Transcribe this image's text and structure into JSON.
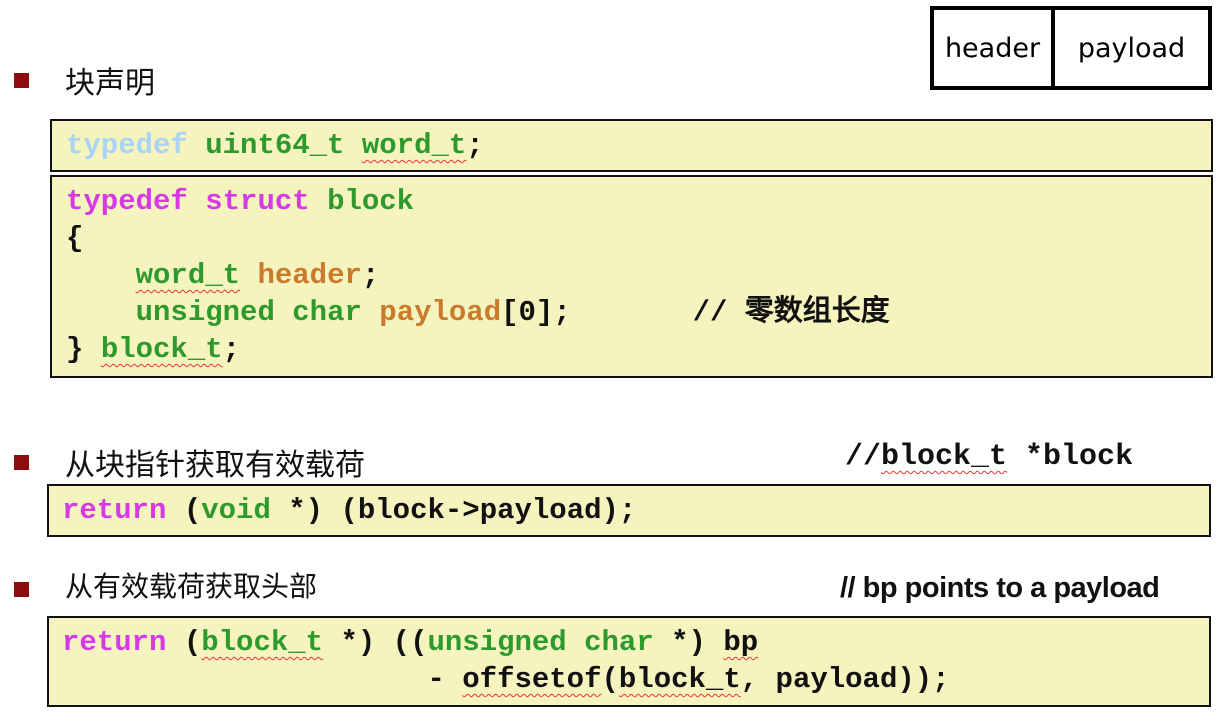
{
  "diagram": {
    "header": "header",
    "payload": "payload"
  },
  "colors": {
    "bullet": "#8b0e0e",
    "keyword": "#d63ae6",
    "type": "#2e9a2e",
    "field": "#c97a2a",
    "faded": "#a9d4f5",
    "plain": "#111111",
    "box_bg": "#f5f3be"
  },
  "section1": {
    "title": "块声明",
    "box1": [
      [
        {
          "t": "typedef",
          "c": "#a9d4f5"
        },
        {
          "t": " "
        },
        {
          "t": "uint64_t",
          "c": "#2e9a2e"
        },
        {
          "t": " "
        },
        {
          "t": "word_t",
          "c": "#2e9a2e",
          "sq": true
        },
        {
          "t": ";"
        }
      ]
    ],
    "box2": [
      [
        {
          "t": "typedef",
          "c": "#d63ae6"
        },
        {
          "t": " "
        },
        {
          "t": "struct",
          "c": "#d63ae6"
        },
        {
          "t": " "
        },
        {
          "t": "block",
          "c": "#2e9a2e"
        }
      ],
      [
        {
          "t": "{"
        }
      ],
      [
        {
          "t": "    "
        },
        {
          "t": "word_t",
          "c": "#2e9a2e",
          "sq": true
        },
        {
          "t": " "
        },
        {
          "t": "header",
          "c": "#c97a2a"
        },
        {
          "t": ";"
        }
      ],
      [
        {
          "t": "    "
        },
        {
          "t": "unsigned",
          "c": "#2e9a2e"
        },
        {
          "t": " "
        },
        {
          "t": "char",
          "c": "#2e9a2e"
        },
        {
          "t": " "
        },
        {
          "t": "payload",
          "c": "#c97a2a"
        },
        {
          "t": "[0];"
        },
        {
          "t": "       // 零数组长度"
        }
      ],
      [
        {
          "t": "} "
        },
        {
          "t": "block_t",
          "c": "#2e9a2e",
          "sq": true
        },
        {
          "t": ";"
        }
      ]
    ]
  },
  "section2": {
    "title": "从块指针获取有效载荷",
    "comment_prefix": "//",
    "comment_type": "block_t",
    "comment_rest": " *block",
    "code": [
      [
        {
          "t": "return",
          "c": "#d63ae6"
        },
        {
          "t": " ("
        },
        {
          "t": "void",
          "c": "#2e9a2e"
        },
        {
          "t": " *) (block->payload);"
        }
      ]
    ]
  },
  "section3": {
    "title": "从有效载荷获取头部",
    "comment": "// bp points to a payload",
    "code": [
      [
        {
          "t": "return",
          "c": "#d63ae6"
        },
        {
          "t": " ("
        },
        {
          "t": "block_t",
          "c": "#2e9a2e",
          "sq": true
        },
        {
          "t": " *) (("
        },
        {
          "t": "unsigned",
          "c": "#2e9a2e"
        },
        {
          "t": " "
        },
        {
          "t": "char",
          "c": "#2e9a2e"
        },
        {
          "t": " *) "
        },
        {
          "t": "bp",
          "sq": true
        }
      ],
      [
        {
          "t": "                     - "
        },
        {
          "t": "offsetof",
          "sq": true
        },
        {
          "t": "("
        },
        {
          "t": "block_t",
          "sq": true
        },
        {
          "t": ", payload));"
        }
      ]
    ]
  }
}
